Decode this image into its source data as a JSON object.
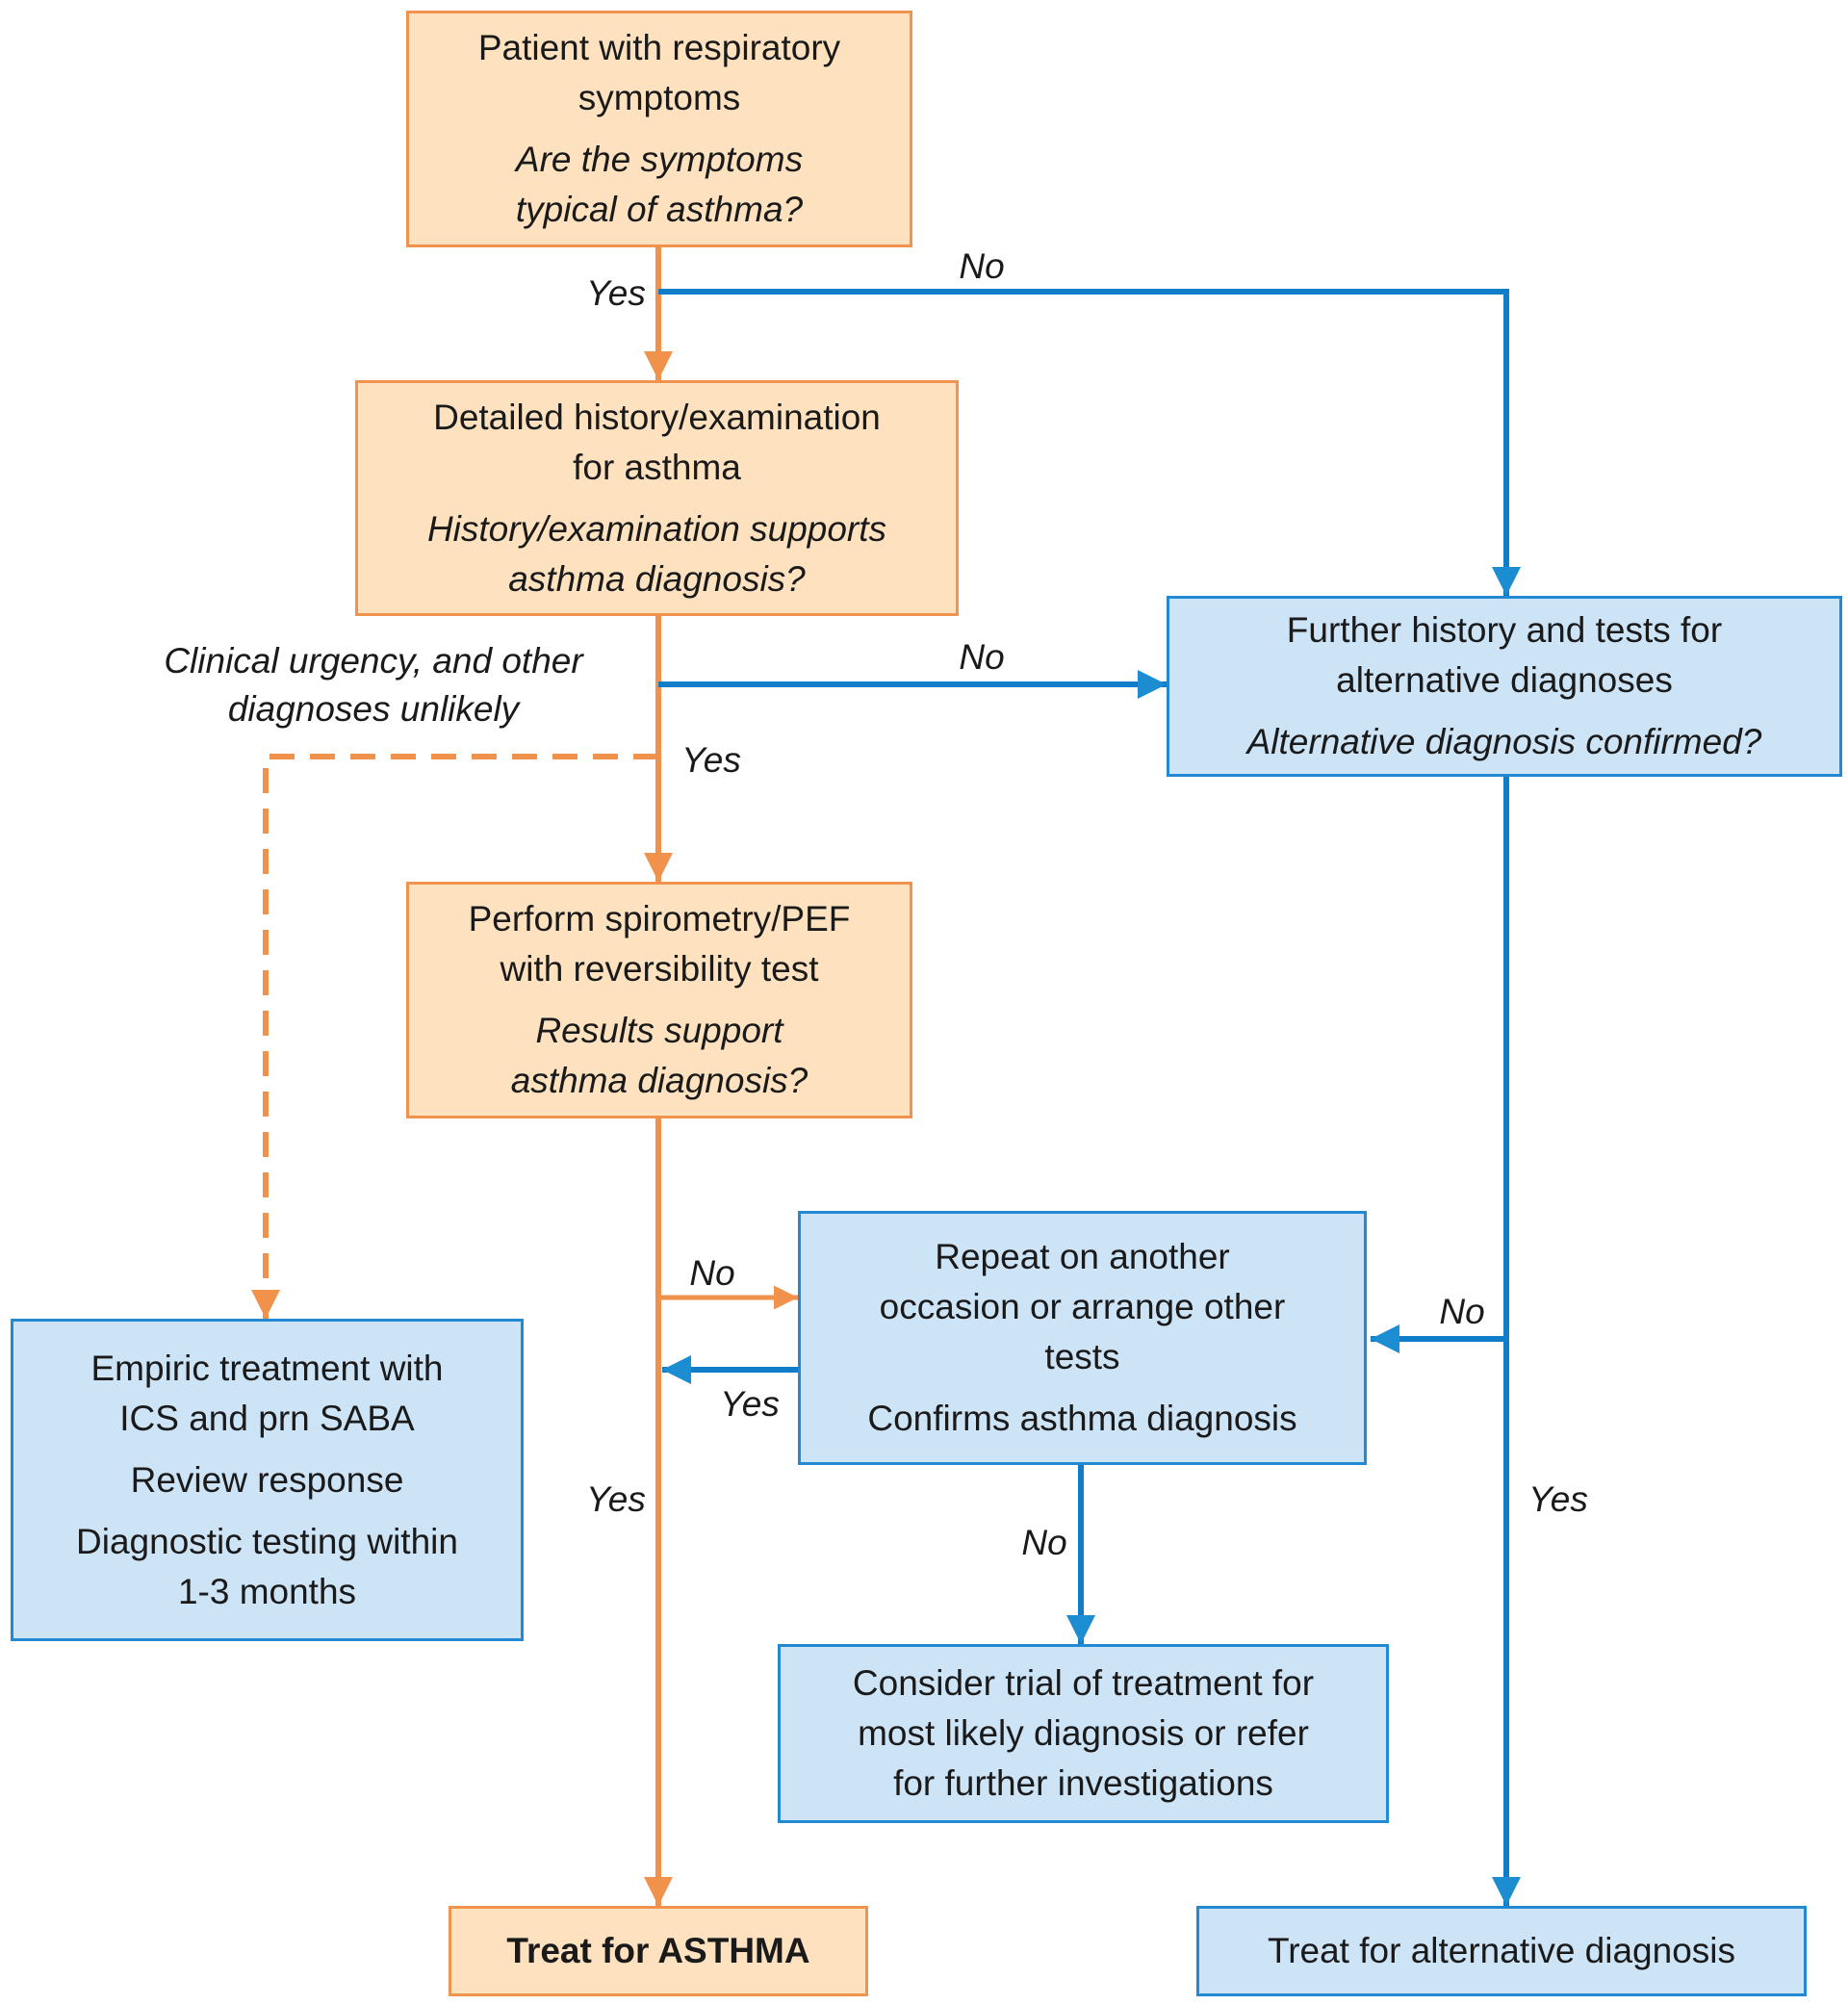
{
  "colors": {
    "orange_stroke": "#F0924C",
    "orange_fill": "#FEE2C0",
    "blue_stroke": "#0F7DC8",
    "blue_fill": "#CDE3F6"
  },
  "nodes": {
    "start": {
      "main": [
        "Patient with respiratory",
        "symptoms"
      ],
      "question": [
        "Are the symptoms",
        "typical of asthma?"
      ]
    },
    "history": {
      "main": [
        "Detailed history/examination",
        "for asthma"
      ],
      "question": [
        "History/examination supports",
        "asthma diagnosis?"
      ]
    },
    "further": {
      "main": [
        "Further history and tests for",
        "alternative diagnoses"
      ],
      "question": [
        "Alternative diagnosis confirmed?"
      ]
    },
    "spiro": {
      "main": [
        "Perform spirometry/PEF",
        "with reversibility test"
      ],
      "question": [
        "Results support",
        "asthma diagnosis?"
      ]
    },
    "repeat": {
      "main": [
        "Repeat on another",
        "occasion or arrange other",
        "tests"
      ],
      "question": [
        "Confirms asthma diagnosis"
      ]
    },
    "empiric": {
      "main": [
        "Empiric treatment with",
        "ICS and prn SABA"
      ],
      "review": [
        "Review response"
      ],
      "testing": [
        "Diagnostic testing within",
        "1-3 months"
      ]
    },
    "consider": {
      "main": [
        "Consider trial of treatment for",
        "most likely diagnosis or refer",
        "for further investigations"
      ]
    },
    "asthma": {
      "main": [
        "Treat for ASTHMA"
      ]
    },
    "alt": {
      "main": [
        "Treat for alternative diagnosis"
      ]
    }
  },
  "edge_labels": {
    "start_yes": "Yes",
    "start_no": "No",
    "history_no": "No",
    "history_yes": "Yes",
    "clinical_urgency": [
      "Clinical urgency, and other",
      "diagnoses unlikely"
    ],
    "spiro_no": "No",
    "repeat_yes": "Yes",
    "spiro_yes": "Yes",
    "further_no": "No",
    "further_yes": "Yes",
    "repeat_no": "No"
  }
}
